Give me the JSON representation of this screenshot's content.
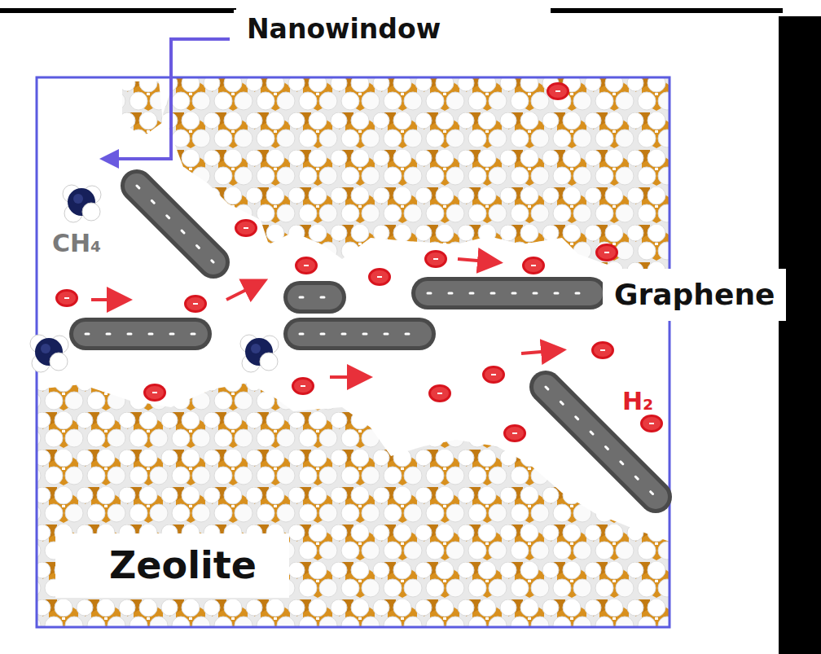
{
  "diagram": {
    "labels": [
      "Nanowindow",
      "CH₄",
      "Graphene",
      "H₂",
      "Zeolite"
    ]
  }
}
